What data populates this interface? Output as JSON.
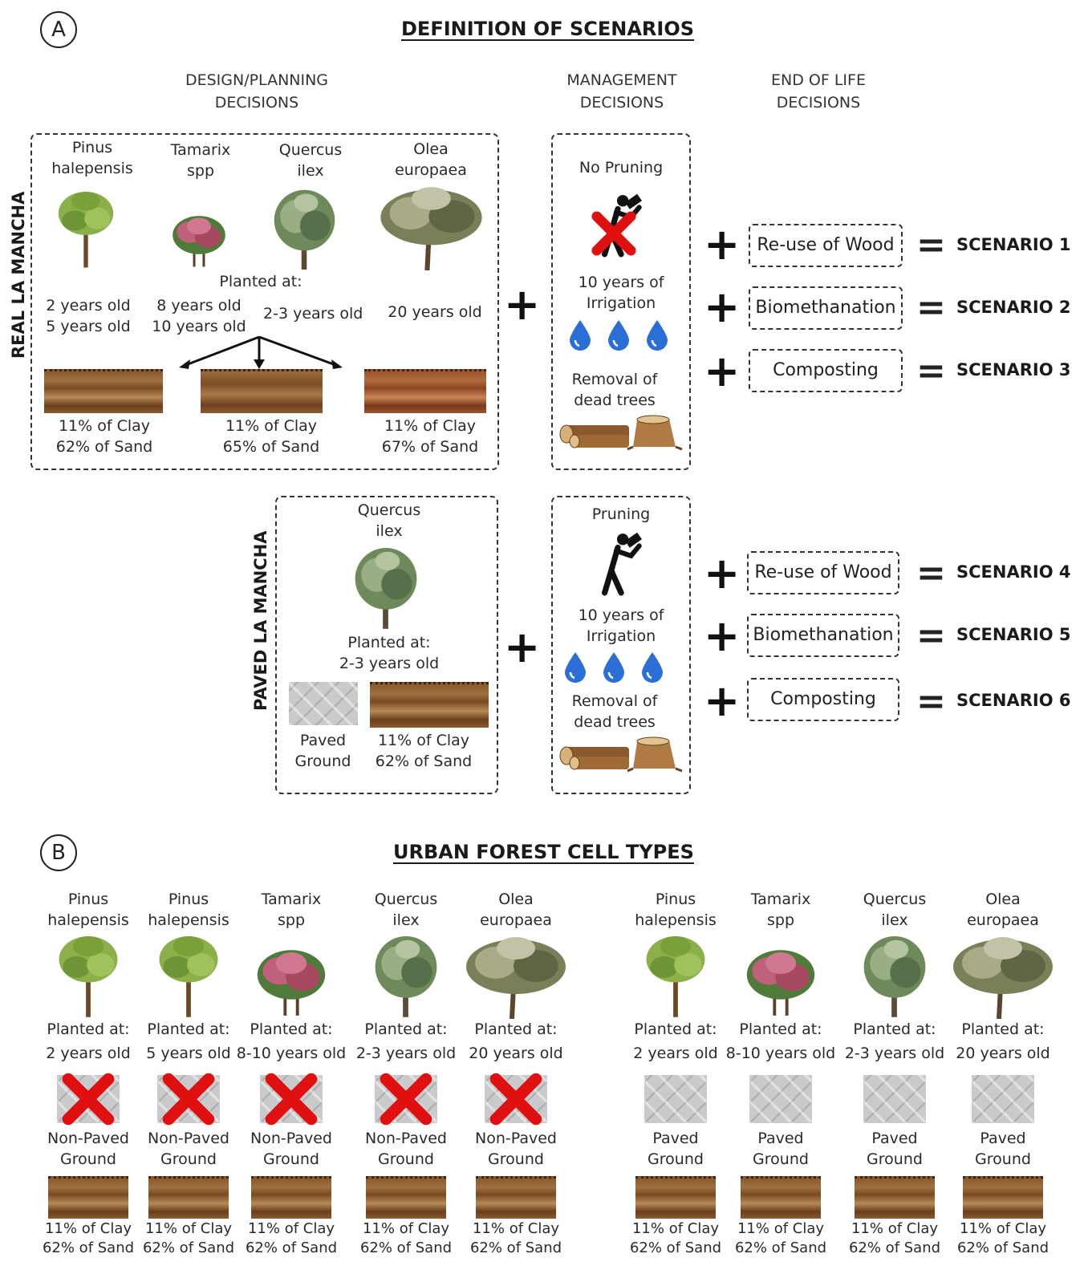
{
  "panel_a": {
    "letter": "A",
    "title": "DEFINITION OF SCENARIOS",
    "headers": {
      "design_1": "DESIGN/PLANNING",
      "design_2": "DECISIONS",
      "mgmt_1": "MANAGEMENT",
      "mgmt_2": "DECISIONS",
      "eol_1": "END OF LIFE",
      "eol_2": "DECISIONS"
    },
    "real": {
      "label": "REAL LA MANCHA",
      "species": [
        {
          "l1": "Pinus",
          "l2": "halepensis",
          "age1": "2 years old",
          "age2": "5 years old"
        },
        {
          "l1": "Tamarix",
          "l2": "spp",
          "age1": "8 years old",
          "age2": "10 years old"
        },
        {
          "l1": "Quercus",
          "l2": "ilex",
          "age1": "2-3 years old",
          "age2": ""
        },
        {
          "l1": "Olea",
          "l2": "europaea",
          "age1": "20 years old",
          "age2": ""
        }
      ],
      "planted_at": "Planted at:",
      "soils": [
        {
          "clay": "11% of Clay",
          "sand": "62% of Sand"
        },
        {
          "clay": "11% of Clay",
          "sand": "65% of Sand"
        },
        {
          "clay": "11% of Clay",
          "sand": "67% of Sand"
        }
      ],
      "mgmt": {
        "pruning": "No Pruning",
        "irr1": "10 years of",
        "irr2": "Irrigation",
        "rem1": "Removal of",
        "rem2": "dead trees"
      },
      "eol": [
        {
          "label": "Re-use of Wood",
          "scenario": "SCENARIO 1"
        },
        {
          "label": "Biomethanation",
          "scenario": "SCENARIO 2"
        },
        {
          "label": "Composting",
          "scenario": "SCENARIO 3"
        }
      ]
    },
    "paved": {
      "label": "PAVED LA MANCHA",
      "species_1": "Quercus",
      "species_2": "ilex",
      "planted_at": "Planted at:",
      "age": "2-3 years old",
      "paved_1": "Paved",
      "paved_2": "Ground",
      "clay": "11% of Clay",
      "sand": "62% of Sand",
      "mgmt": {
        "pruning": "Pruning",
        "irr1": "10 years of",
        "irr2": "Irrigation",
        "rem1": "Removal of",
        "rem2": "dead trees"
      },
      "eol": [
        {
          "label": "Re-use of Wood",
          "scenario": "SCENARIO 4"
        },
        {
          "label": "Biomethanation",
          "scenario": "SCENARIO 5"
        },
        {
          "label": "Composting",
          "scenario": "SCENARIO 6"
        }
      ]
    },
    "plus": "+",
    "equals": "="
  },
  "panel_b": {
    "letter": "B",
    "title": "URBAN FOREST CELL TYPES",
    "non_paved": [
      {
        "l1": "Pinus",
        "l2": "halepensis",
        "planted": "Planted at:",
        "age": "2 years old",
        "g1": "Non-Paved",
        "g2": "Ground",
        "clay": "11% of Clay",
        "sand": "62% of Sand"
      },
      {
        "l1": "Pinus",
        "l2": "halepensis",
        "planted": "Planted at:",
        "age": "5 years old",
        "g1": "Non-Paved",
        "g2": "Ground",
        "clay": "11% of Clay",
        "sand": "62% of Sand"
      },
      {
        "l1": "Tamarix",
        "l2": "spp",
        "planted": "Planted at:",
        "age": "8-10 years old",
        "g1": "Non-Paved",
        "g2": "Ground",
        "clay": "11% of Clay",
        "sand": "62% of Sand"
      },
      {
        "l1": "Quercus",
        "l2": "ilex",
        "planted": "Planted at:",
        "age": "2-3 years old",
        "g1": "Non-Paved",
        "g2": "Ground",
        "clay": "11% of Clay",
        "sand": "62% of Sand"
      },
      {
        "l1": "Olea",
        "l2": "europaea",
        "planted": "Planted at:",
        "age": "20 years old",
        "g1": "Non-Paved",
        "g2": "Ground",
        "clay": "11% of Clay",
        "sand": "62% of Sand"
      }
    ],
    "paved": [
      {
        "l1": "Pinus",
        "l2": "halepensis",
        "planted": "Planted at:",
        "age": "2 years old",
        "g1": "Paved",
        "g2": "Ground",
        "clay": "11% of Clay",
        "sand": "62% of Sand"
      },
      {
        "l1": "Tamarix",
        "l2": "spp",
        "planted": "Planted at:",
        "age": "8-10 years old",
        "g1": "Paved",
        "g2": "Ground",
        "clay": "11% of Clay",
        "sand": "62% of Sand"
      },
      {
        "l1": "Quercus",
        "l2": "ilex",
        "planted": "Planted at:",
        "age": "2-3 years old",
        "g1": "Paved",
        "g2": "Ground",
        "clay": "11% of Clay",
        "sand": "62% of Sand"
      },
      {
        "l1": "Olea",
        "l2": "europaea",
        "planted": "Planted at:",
        "age": "20 years old",
        "g1": "Paved",
        "g2": "Ground",
        "clay": "11% of Clay",
        "sand": "62% of Sand"
      }
    ]
  },
  "colors": {
    "cross": "#e01010",
    "water": "#2b6fd6",
    "pine": "#7aa03a",
    "tamarix": "#b0506a",
    "oak": "#6f8a5a",
    "olive": "#7a7f58"
  }
}
